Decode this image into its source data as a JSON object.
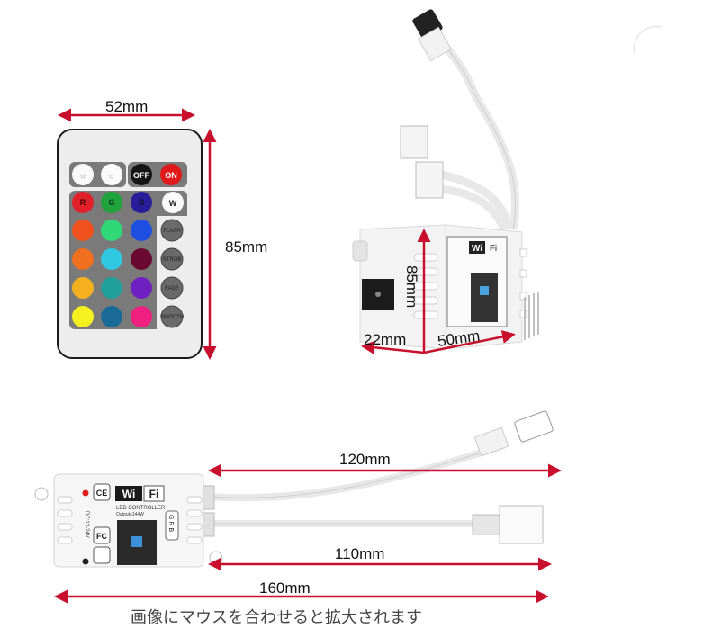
{
  "dimensions": {
    "remote_width": "52mm",
    "remote_height": "85mm",
    "controller_height": "85mm",
    "controller_depth": "22mm",
    "controller_width": "50mm",
    "cable_upper": "120mm",
    "cable_lower": "110mm",
    "total_length": "160mm"
  },
  "remote": {
    "top_buttons": [
      "",
      "",
      "OFF",
      "ON"
    ],
    "color_labels": [
      "R",
      "G",
      "B"
    ],
    "white_label": "W",
    "mode_buttons": [
      "FLASH",
      "STROB",
      "FADE",
      "SMOOTH"
    ],
    "colors": [
      "#e0202a",
      "#1fa33a",
      "#2a1d9a",
      "#f0501e",
      "#30d878",
      "#1e4fe0",
      "#f07020",
      "#30c8e0",
      "#6a0a30",
      "#f5b020",
      "#20a098",
      "#7020c0",
      "#f5f020",
      "#1a6a98",
      "#f02080"
    ]
  },
  "controller": {
    "wifi_wi": "Wi",
    "wifi_fi": "Fi",
    "title": "LED CONTROLLER",
    "output": "Output≤144W",
    "voltage": "DC:12-24V",
    "pins": "G R B",
    "ce": "CE",
    "fc": "FC"
  },
  "accent_color": "#c8102e",
  "hint_text": "画像にマウスを合わせると拡大されます"
}
